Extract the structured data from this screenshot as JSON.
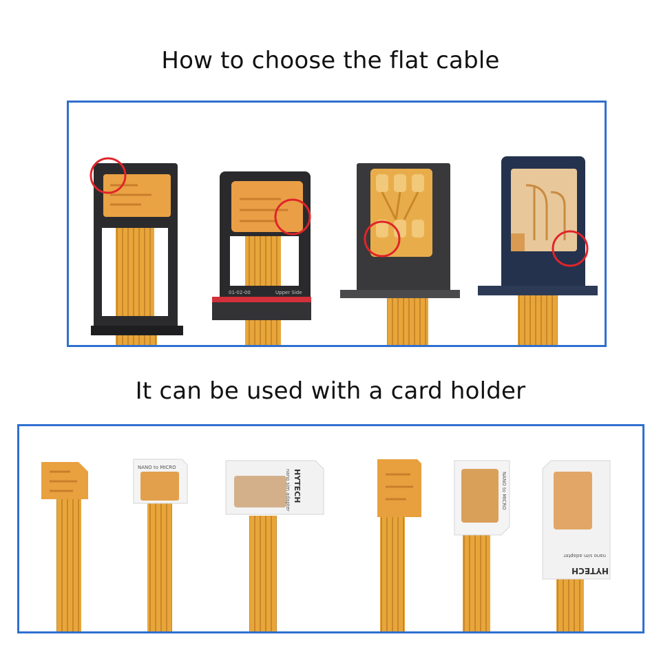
{
  "headings": {
    "choose_cable": "How to choose the flat cable",
    "card_holder": "It can be used with a card holder"
  },
  "tray_labels": {
    "upper_side": "Upper Side",
    "code": "01-02-00"
  },
  "adapter_labels": {
    "nano_to_micro": "NANO to MICRO",
    "brand": "HYTECH",
    "nano_sim_adapter": "nano sim adapter"
  },
  "colors": {
    "frame_blue": "#2f6fd0",
    "flex_orange": "#e6a43a",
    "marker_red": "#e0242a",
    "tray_black": "#2a2a2c",
    "tray_navy": "#24324e"
  },
  "icons": [
    "red-circle-marker"
  ]
}
